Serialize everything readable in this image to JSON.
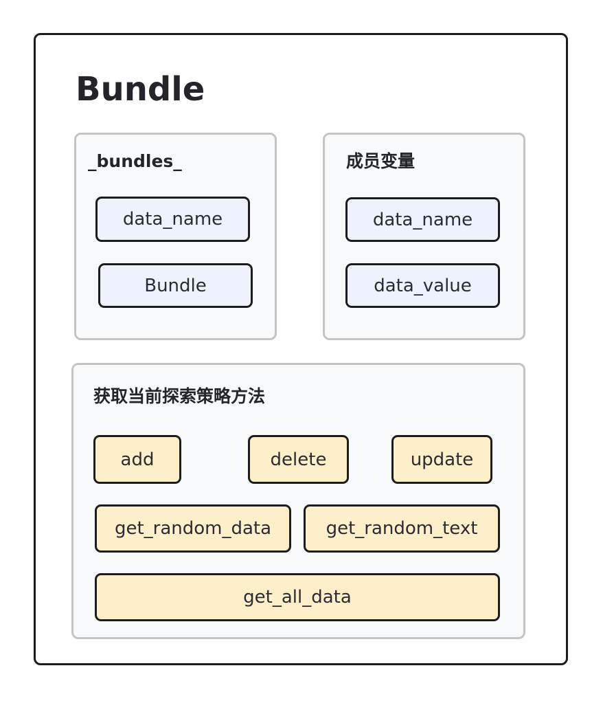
{
  "diagram": {
    "title": "Bundle",
    "bundles_panel": {
      "label": "_bundles_",
      "items": [
        "data_name",
        "Bundle"
      ]
    },
    "members_panel": {
      "label": "成员变量",
      "items": [
        "data_name",
        "data_value"
      ]
    },
    "methods_panel": {
      "label": "获取当前探索策略方法",
      "items": [
        "add",
        "delete",
        "update",
        "get_random_data",
        "get_random_text",
        "get_all_data"
      ]
    },
    "colors": {
      "frame_border": "#1c1c1c",
      "panel_border": "#c4c4c4",
      "panel_fill": "#f8f9fb",
      "variable_fill": "#edf2fc",
      "method_fill": "#fcefca"
    }
  }
}
